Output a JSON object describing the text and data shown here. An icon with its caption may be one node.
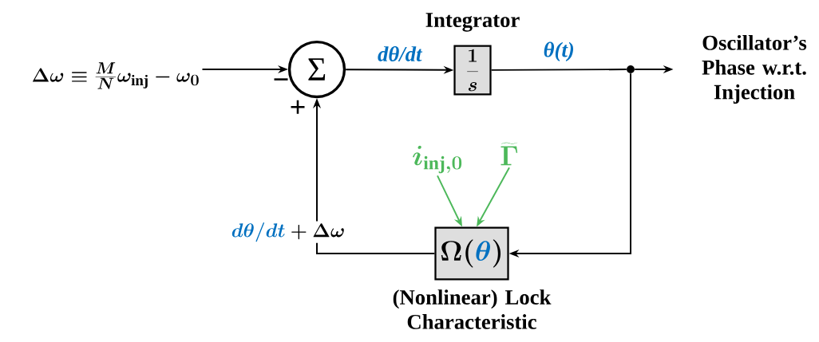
{
  "diagram": {
    "nodes": [
      {
        "text": [
          "\\Delta\\omega \\equiv \\frac{M}{N}\\omega_{\\mathrm{inj}} - \\omega_{0}"
        ]
      },
      {
        "text": [
          "Σ"
        ]
      },
      {
        "text": [
          "Integrator",
          "\\frac{1}{s}"
        ]
      },
      {
        "text": [
          "Oscillator’s Phase w.r.t. Injection"
        ]
      },
      {
        "text": [],
        "shape": "circle"
      },
      {
        "text": [
          "\\Omega({\\color[HTML]{0070C0}\\theta})",
          "(Nonlinear) Lock Characteristic"
        ]
      },
      {
        "text": [
          "i_{\\mathrm{inj},0}"
        ]
      },
      {
        "text": [
          "\\widetilde{\\Gamma}"
        ]
      }
    ],
    "edges": [
      {
        "from": 0,
        "to": 1,
        "arrow": "to"
      },
      {
        "from": 1,
        "to": 2,
        "arrow": "to",
        "label": "dθ/dt"
      },
      {
        "from": 2,
        "to": 4,
        "arrow": "none",
        "label": "θ(t)"
      },
      {
        "from": 4,
        "to": 3,
        "arrow": "to"
      },
      {
        "from": 4,
        "to": 5,
        "arrow": "to"
      },
      {
        "from": 5,
        "to": 1,
        "arrow": "to",
        "label": "{\\color[HTML]{0070C0}d\\theta/dt}+\\Delta\\omega"
      },
      {
        "from": 6,
        "to": 5,
        "arrow": "to",
        "color": "#4cb85a"
      },
      {
        "from": 7,
        "to": 5,
        "arrow": "to",
        "color": "#4cb85a"
      }
    ],
    "labels": [
      "−",
      "+"
    ]
  }
}
